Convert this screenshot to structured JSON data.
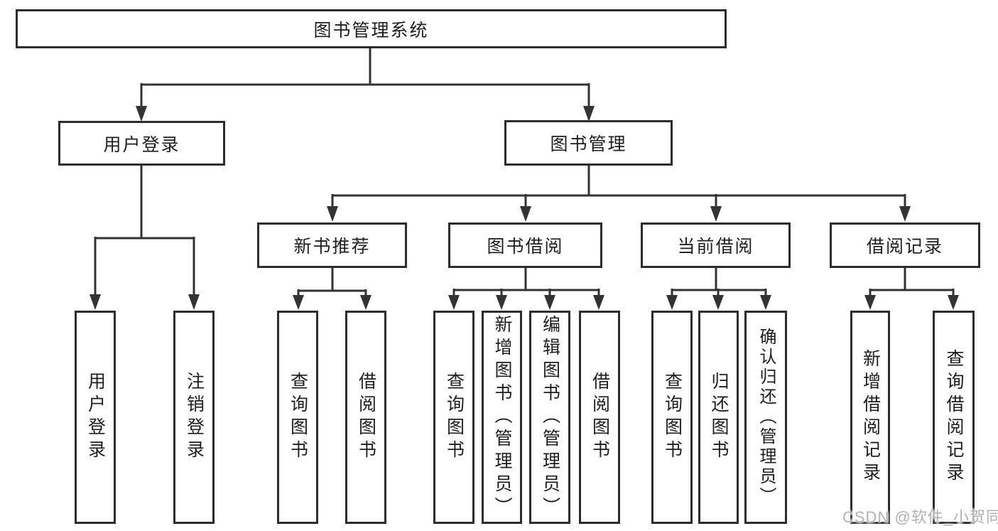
{
  "diagram_title": "图书管理系统",
  "tree": {
    "root": {
      "label": "图书管理系统"
    },
    "branches": [
      {
        "label": "用户登录",
        "children": [
          {
            "label": "用户登录"
          },
          {
            "label": "注销登录"
          }
        ]
      },
      {
        "label": "图书管理",
        "children": [
          {
            "label": "新书推荐",
            "children": [
              {
                "label": "查询图书"
              },
              {
                "label": "借阅图书"
              }
            ]
          },
          {
            "label": "图书借阅",
            "children": [
              {
                "label": "查询图书"
              },
              {
                "label": "新增图书（管理员）"
              },
              {
                "label": "编辑图书（管理员）"
              },
              {
                "label": "借阅图书"
              }
            ]
          },
          {
            "label": "当前借阅",
            "children": [
              {
                "label": "查询图书"
              },
              {
                "label": "归还图书"
              },
              {
                "label": "确认归还（管理员）"
              }
            ]
          },
          {
            "label": "借阅记录",
            "children": [
              {
                "label": "新增借阅记录"
              },
              {
                "label": "查询借阅记录"
              }
            ]
          }
        ]
      }
    ]
  },
  "watermark": {
    "text": "CSDN @软件_小贺同学"
  },
  "colors": {
    "background": "#ffffff",
    "line": "#333333",
    "box_border": "#2d2d2d",
    "text": "#1e1e1e",
    "watermark_text": "#b2b2b2"
  }
}
